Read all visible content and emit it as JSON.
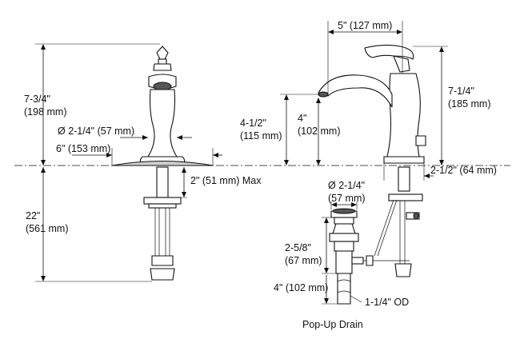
{
  "dimensions": {
    "overall_height_in": "7-3/4\"",
    "overall_height_mm": "(198 mm)",
    "base_diameter": "Ø 2-1/4\" (57 mm)",
    "base_offset": "6\" (153 mm)",
    "shank_length": "2\" (51 mm) Max",
    "below_deck_in": "22\"",
    "below_deck_mm": "(561 mm)",
    "reach": "5\" (127 mm)",
    "handle_height_in": "7-1/4\"",
    "handle_height_mm": "(185 mm)",
    "spout_height_in": "4-1/2\"",
    "spout_height_mm": "(115 mm)",
    "outlet_height_in": "4\"",
    "outlet_height_mm": "(102 mm)",
    "base_depth": "2-1/2\" (64 mm)",
    "drain_diameter_in": "Ø 2-1/4\"",
    "drain_diameter_mm": "(57 mm)",
    "drain_body_in": "2-5/8\"",
    "drain_body_mm": "(67 mm)",
    "tailpiece": "4\" (102 mm)",
    "tailpiece_od": "1-1/4\" OD"
  },
  "caption": "Pop-Up Drain"
}
